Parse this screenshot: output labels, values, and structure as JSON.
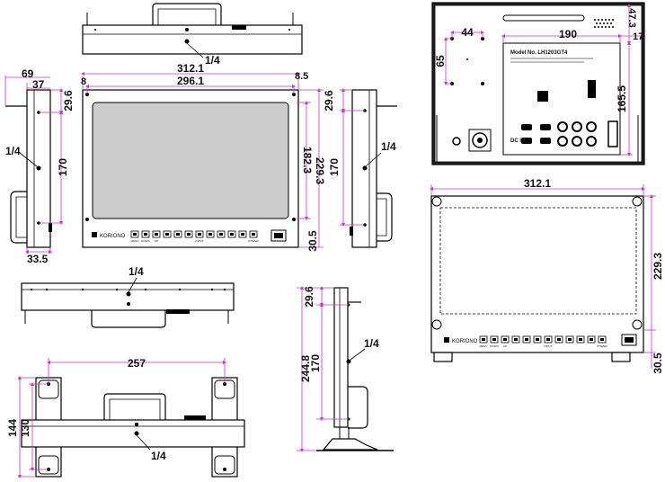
{
  "colors": {
    "dimension": "#cc33cc",
    "outline": "#000000",
    "screen": "#cccccc",
    "rear_panel": "#222222",
    "plate": "#ffffff"
  },
  "callouts": {
    "top_view_thread": "1/4",
    "left_side_thread": "1/4",
    "right_side_thread": "1/4",
    "bottom_view_thread": "1/4",
    "stand_side_thread": "1/4",
    "stand_top_thread": "1/4"
  },
  "front_view": {
    "overall_width": "312.1",
    "screen_width": "296.1",
    "left_margin": "8",
    "right_margin": "8.5",
    "screen_height": "182.3",
    "overall_height": "229.3",
    "bottom_strip": "30.5",
    "brand": "KORIONO",
    "button_labels": [
      "MENU",
      "DOWN",
      "UP",
      "",
      "",
      "",
      "INPUT",
      "",
      "",
      "",
      "",
      "POWER"
    ]
  },
  "left_side_view": {
    "handle_offset": "69",
    "depth": "37",
    "top_hole": "29.6",
    "hole_pitch": "170",
    "base_width": "33.5"
  },
  "right_side_view": {
    "top_hole": "29.6",
    "hole_pitch": "170"
  },
  "rear_view": {
    "hole_spacing_x": "44",
    "hole_spacing_y": "65",
    "panel_width": "190",
    "top_offset": "47.3",
    "right_offset": "17",
    "panel_height": "165.5",
    "model_label": "Model No. LH1203GT4",
    "dc_label": "DC IN"
  },
  "front_stand_view": {
    "overall_width": "312.1",
    "overall_height": "229.3",
    "bottom_strip": "30.5",
    "brand": "KORIONO"
  },
  "stand_side_view": {
    "top_hole": "29.6",
    "hole_pitch": "170",
    "overall_height": "244.8"
  },
  "stand_top_view": {
    "hole_spacing": "257",
    "outer_depth": "144",
    "inner_depth": "130"
  }
}
